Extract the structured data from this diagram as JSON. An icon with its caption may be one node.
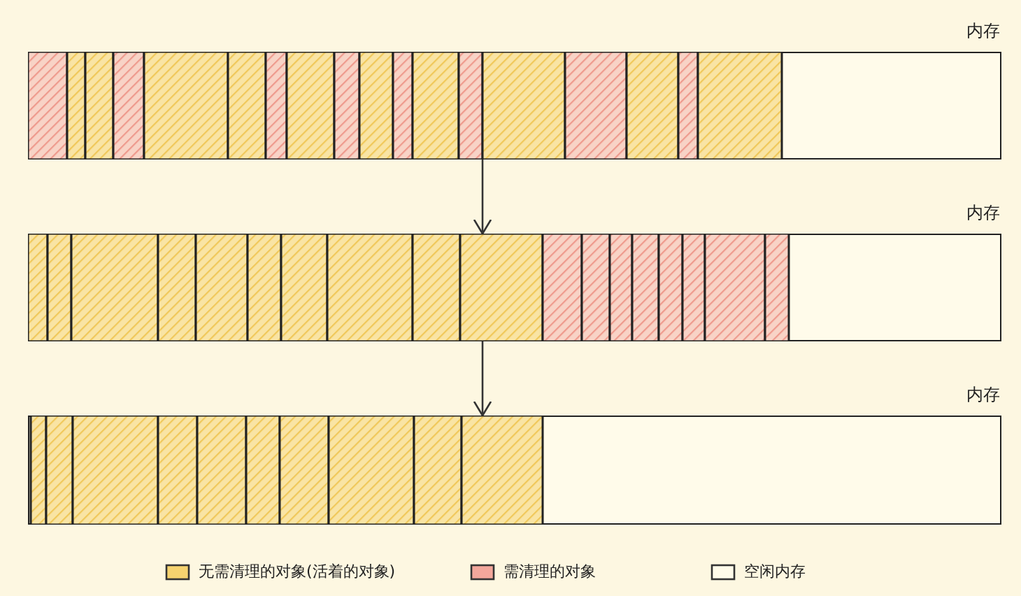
{
  "diagram": {
    "nodes": [
      {
        "text": [
          "内存"
        ]
      },
      {
        "text": [
          "内存"
        ]
      },
      {
        "text": [
          "内存"
        ]
      }
    ],
    "edges": [
      {
        "from": 0,
        "to": 1,
        "arrow": "to"
      },
      {
        "from": 1,
        "to": 2,
        "arrow": "to"
      }
    ],
    "legend": [
      {
        "text": "无需清理的对象(活着的对象)",
        "color": "#f6d36f"
      },
      {
        "text": "需清理的对象",
        "color": "#f3a79c"
      },
      {
        "text": "空闲内存",
        "color": "#fffbea"
      }
    ]
  }
}
